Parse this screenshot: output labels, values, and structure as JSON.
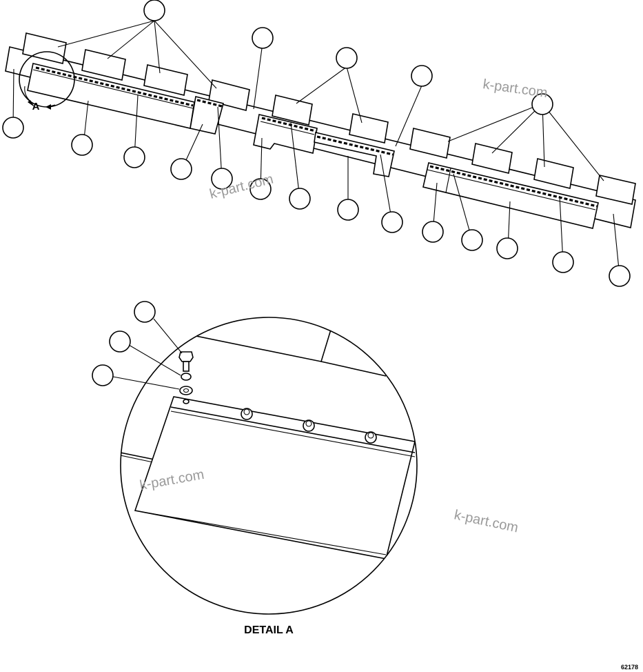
{
  "detail_marker": "A",
  "detail_title": "DETAIL A",
  "figure_number": "62178",
  "watermark": "k-part.com"
}
